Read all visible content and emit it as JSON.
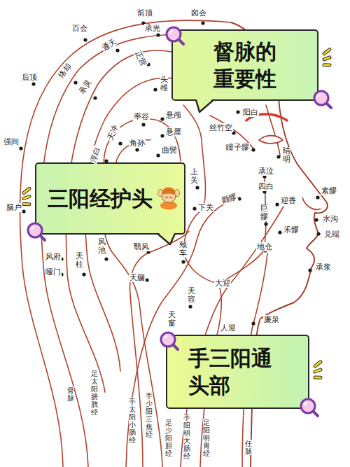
{
  "diagram": {
    "nodes": [
      {
        "text": [
          "督脉的 重要性"
        ]
      },
      {
        "text": [
          "三阳经护头"
        ]
      },
      {
        "text": [
          "手三阳通 头部"
        ]
      }
    ],
    "labels": [
      "前顶",
      "囟会",
      "百会",
      "承光",
      "通天",
      "正营",
      "后顶",
      "络却",
      "承灵",
      "头维",
      "强间",
      "天冲",
      "率谷",
      "悬颅",
      "悬厘",
      "浮白",
      "角孙",
      "曲鬓",
      "阳白",
      "丝竹空",
      "瞳子髎",
      "睛明",
      "承泣",
      "四白",
      "颧髎",
      "迎香",
      "巨髎",
      "素髎",
      "水沟",
      "兑端",
      "禾髎",
      "地仓",
      "承浆",
      "上关",
      "下关",
      "风府",
      "哑门",
      "天柱",
      "风池",
      "翳风",
      "颊车",
      "天牖",
      "大迎",
      "天容",
      "天窗",
      "廉泉",
      "人迎",
      "脑户",
      "督脉",
      "足太阳膀胱经",
      "手太阳小肠经",
      "手少阳三焦经",
      "足少阳胆经",
      "手阳明大肠经",
      "足阳明胃经",
      "任脉"
    ]
  }
}
